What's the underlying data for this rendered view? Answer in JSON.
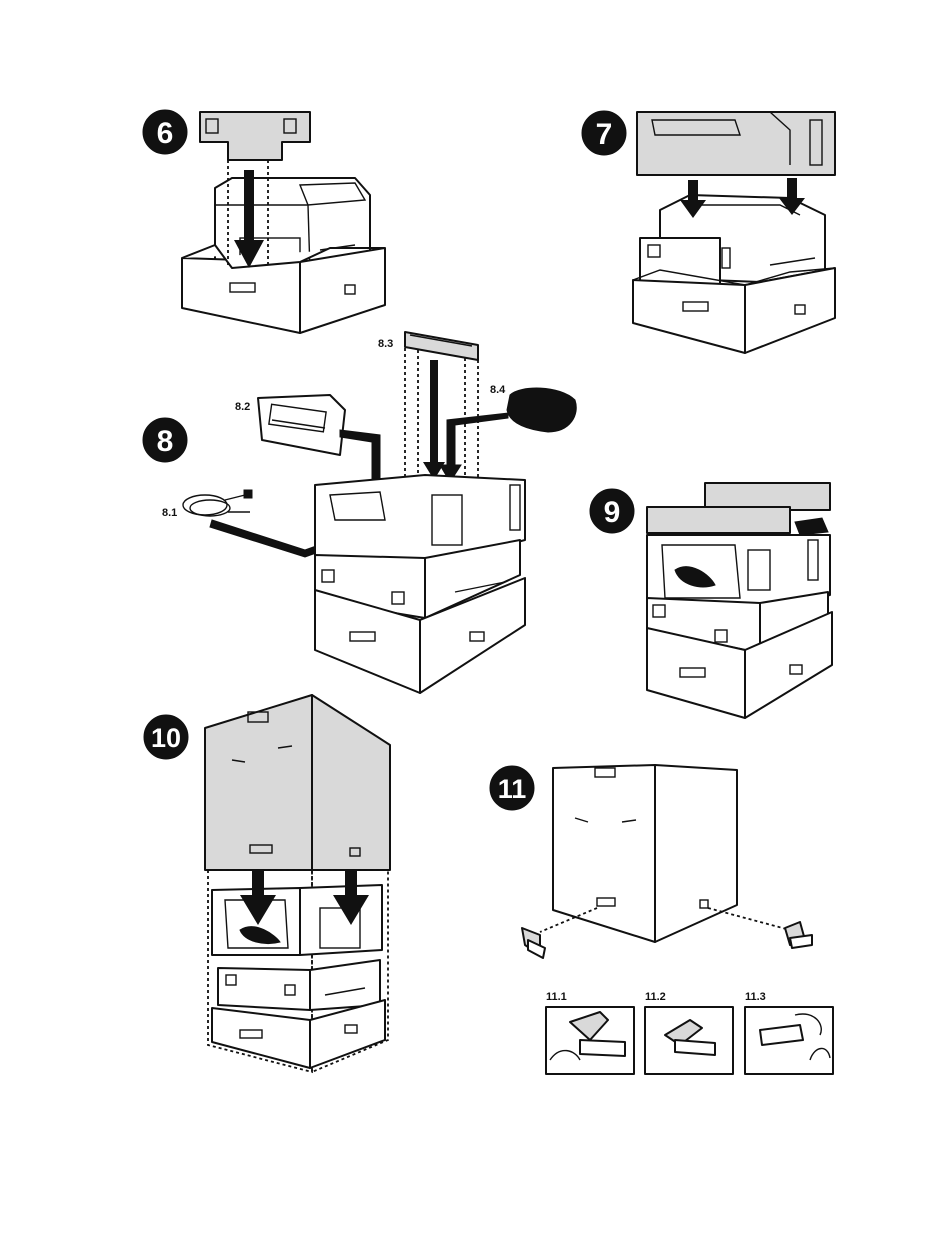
{
  "steps": [
    {
      "id": "6",
      "label": "6"
    },
    {
      "id": "7",
      "label": "7"
    },
    {
      "id": "8",
      "label": "8"
    },
    {
      "id": "9",
      "label": "9"
    },
    {
      "id": "10",
      "label": "10"
    },
    {
      "id": "11",
      "label": "11"
    }
  ],
  "step8_callouts": {
    "c1": "8.1",
    "c2": "8.2",
    "c3": "8.3",
    "c4": "8.4"
  },
  "step11_details": {
    "d1": "11.1",
    "d2": "11.2",
    "d3": "11.3"
  },
  "colors": {
    "line": "#111111",
    "box_fill": "#ffffff",
    "cover_fill": "#d9d9d9"
  },
  "icons": [
    "step-number-badge",
    "down-arrow",
    "printer",
    "shipping-box",
    "box-clip"
  ]
}
